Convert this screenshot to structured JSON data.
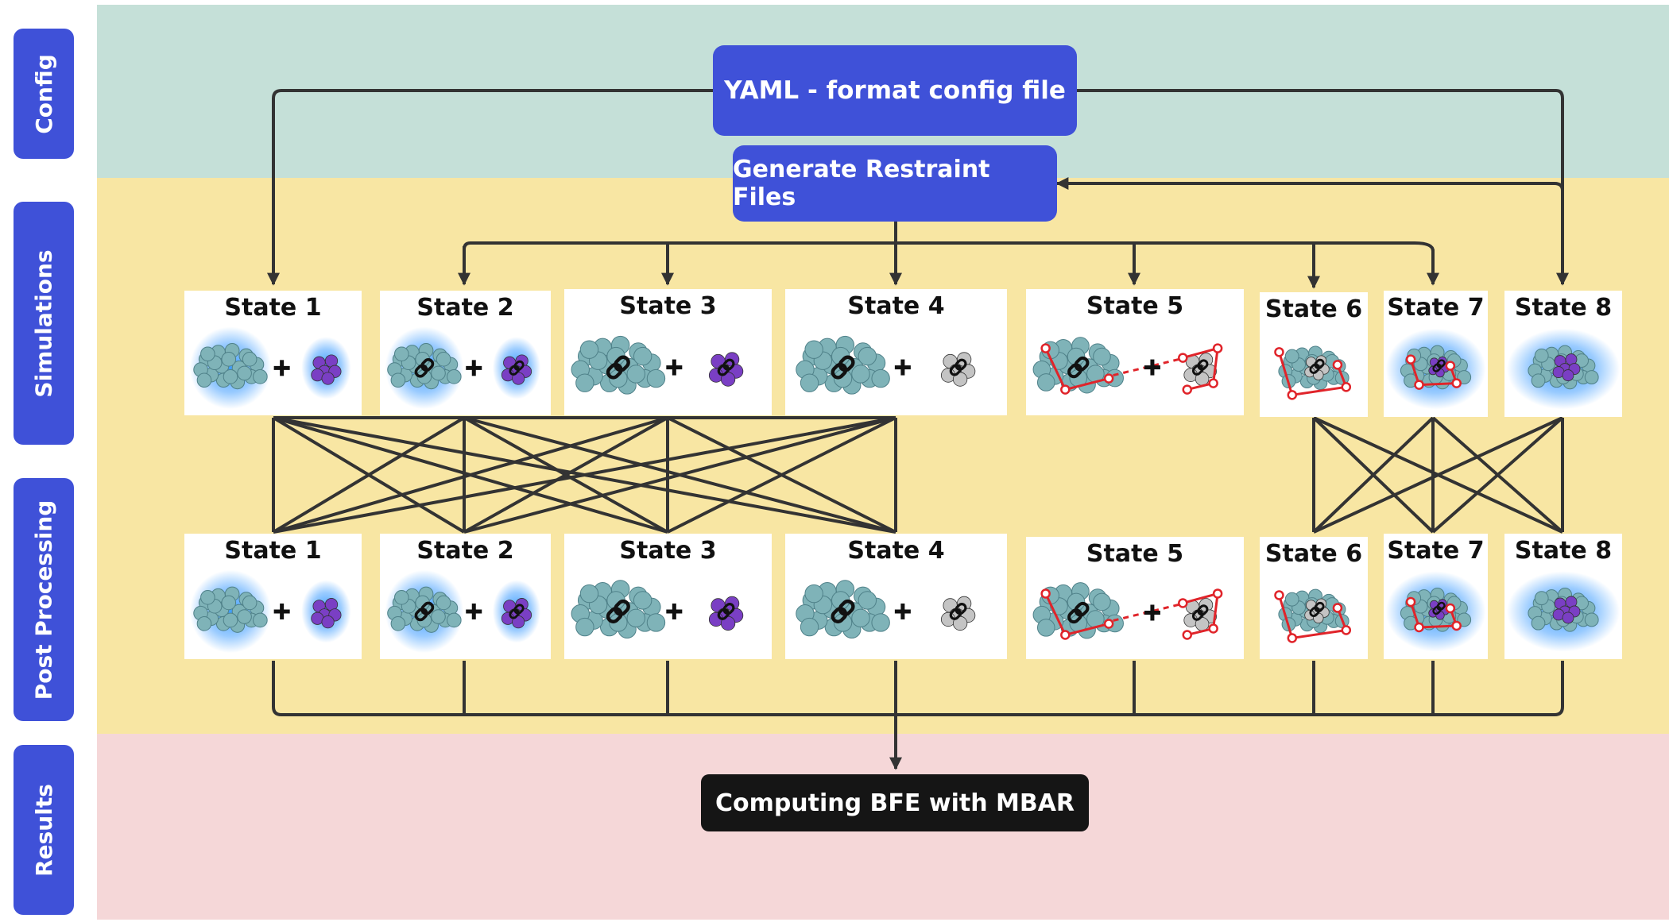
{
  "lanes": {
    "config": "Config",
    "simulations": "Simulations",
    "post_processing": "Post Processing",
    "results": "Results"
  },
  "nodes": {
    "config_file": "YAML - format config file",
    "generate_restraints": "Generate Restraint Files",
    "compute_bfe": "Computing BFE with MBAR"
  },
  "simulation_states": [
    {
      "label": "State 1",
      "icon": "protein-ligand-solvated"
    },
    {
      "label": "State 2",
      "icon": "protein-ligand-solvated-restrained"
    },
    {
      "label": "State 3",
      "icon": "protein-ligand-restrained"
    },
    {
      "label": "State 4",
      "icon": "protein-ghost-ligand-restrained"
    },
    {
      "label": "State 5",
      "icon": "protein-ghost-ligand-boresch-restraint"
    },
    {
      "label": "State 6",
      "icon": "complex-ghost-ligand-boresch-restraint"
    },
    {
      "label": "State 7",
      "icon": "complex-ligand-solvated-boresch-restraint"
    },
    {
      "label": "State 8",
      "icon": "complex-solvated"
    }
  ],
  "post_states": [
    {
      "label": "State 1",
      "icon": "protein-ligand-solvated"
    },
    {
      "label": "State 2",
      "icon": "protein-ligand-solvated-restrained"
    },
    {
      "label": "State 3",
      "icon": "protein-ligand-restrained"
    },
    {
      "label": "State 4",
      "icon": "protein-ghost-ligand-restrained"
    },
    {
      "label": "State 5",
      "icon": "protein-ghost-ligand-boresch-restraint"
    },
    {
      "label": "State 6",
      "icon": "complex-ghost-ligand-boresch-restraint"
    },
    {
      "label": "State 7",
      "icon": "complex-ligand-solvated-boresch-restraint"
    },
    {
      "label": "State 8",
      "icon": "complex-solvated"
    }
  ],
  "colors": {
    "lane_config": "#c5e0d8",
    "lane_simulation": "#f8e6a3",
    "lane_results": "#f5d7d8",
    "node_blue": "#3f51d8",
    "node_dark": "#151515",
    "protein": "#7fb3b8",
    "ligand": "#7a3fc4",
    "ghost_ligand": "#c4c4c4",
    "restraint": "#e0242a",
    "solvent_glow": "#1e8cff"
  }
}
